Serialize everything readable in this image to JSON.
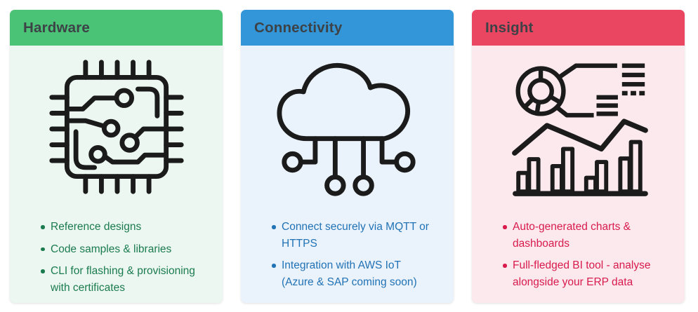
{
  "page": {
    "background": "#ffffff",
    "title_color": "#3d4247",
    "icon_stroke": "#1b1b1b"
  },
  "cards": [
    {
      "title": "Hardware",
      "icon": "chip-icon",
      "header_color": "#4bc376",
      "body_color": "#ebf7f0",
      "text_color": "#1b7b4f",
      "bullets": [
        [
          "Reference designs"
        ],
        [
          "Code samples & libraries"
        ],
        [
          "CLI for flashing & provisioning",
          "with certificates"
        ]
      ]
    },
    {
      "title": "Connectivity",
      "icon": "cloud-iot-icon",
      "header_color": "#3296d9",
      "body_color": "#eaf2fb",
      "text_color": "#2173b5",
      "bullets": [
        [
          "Connect securely via MQTT or",
          "HTTPS"
        ],
        [
          "Integration with AWS IoT",
          "(Azure & SAP coming soon)"
        ]
      ]
    },
    {
      "title": "Insight",
      "icon": "analytics-icon",
      "header_color": "#ea4561",
      "body_color": "#fce9ed",
      "text_color": "#d81a4d",
      "bullets": [
        [
          "Auto-generated charts &",
          "dashboards"
        ],
        [
          "Full-fledged BI tool - analyse",
          "alongside your ERP data"
        ]
      ]
    }
  ]
}
